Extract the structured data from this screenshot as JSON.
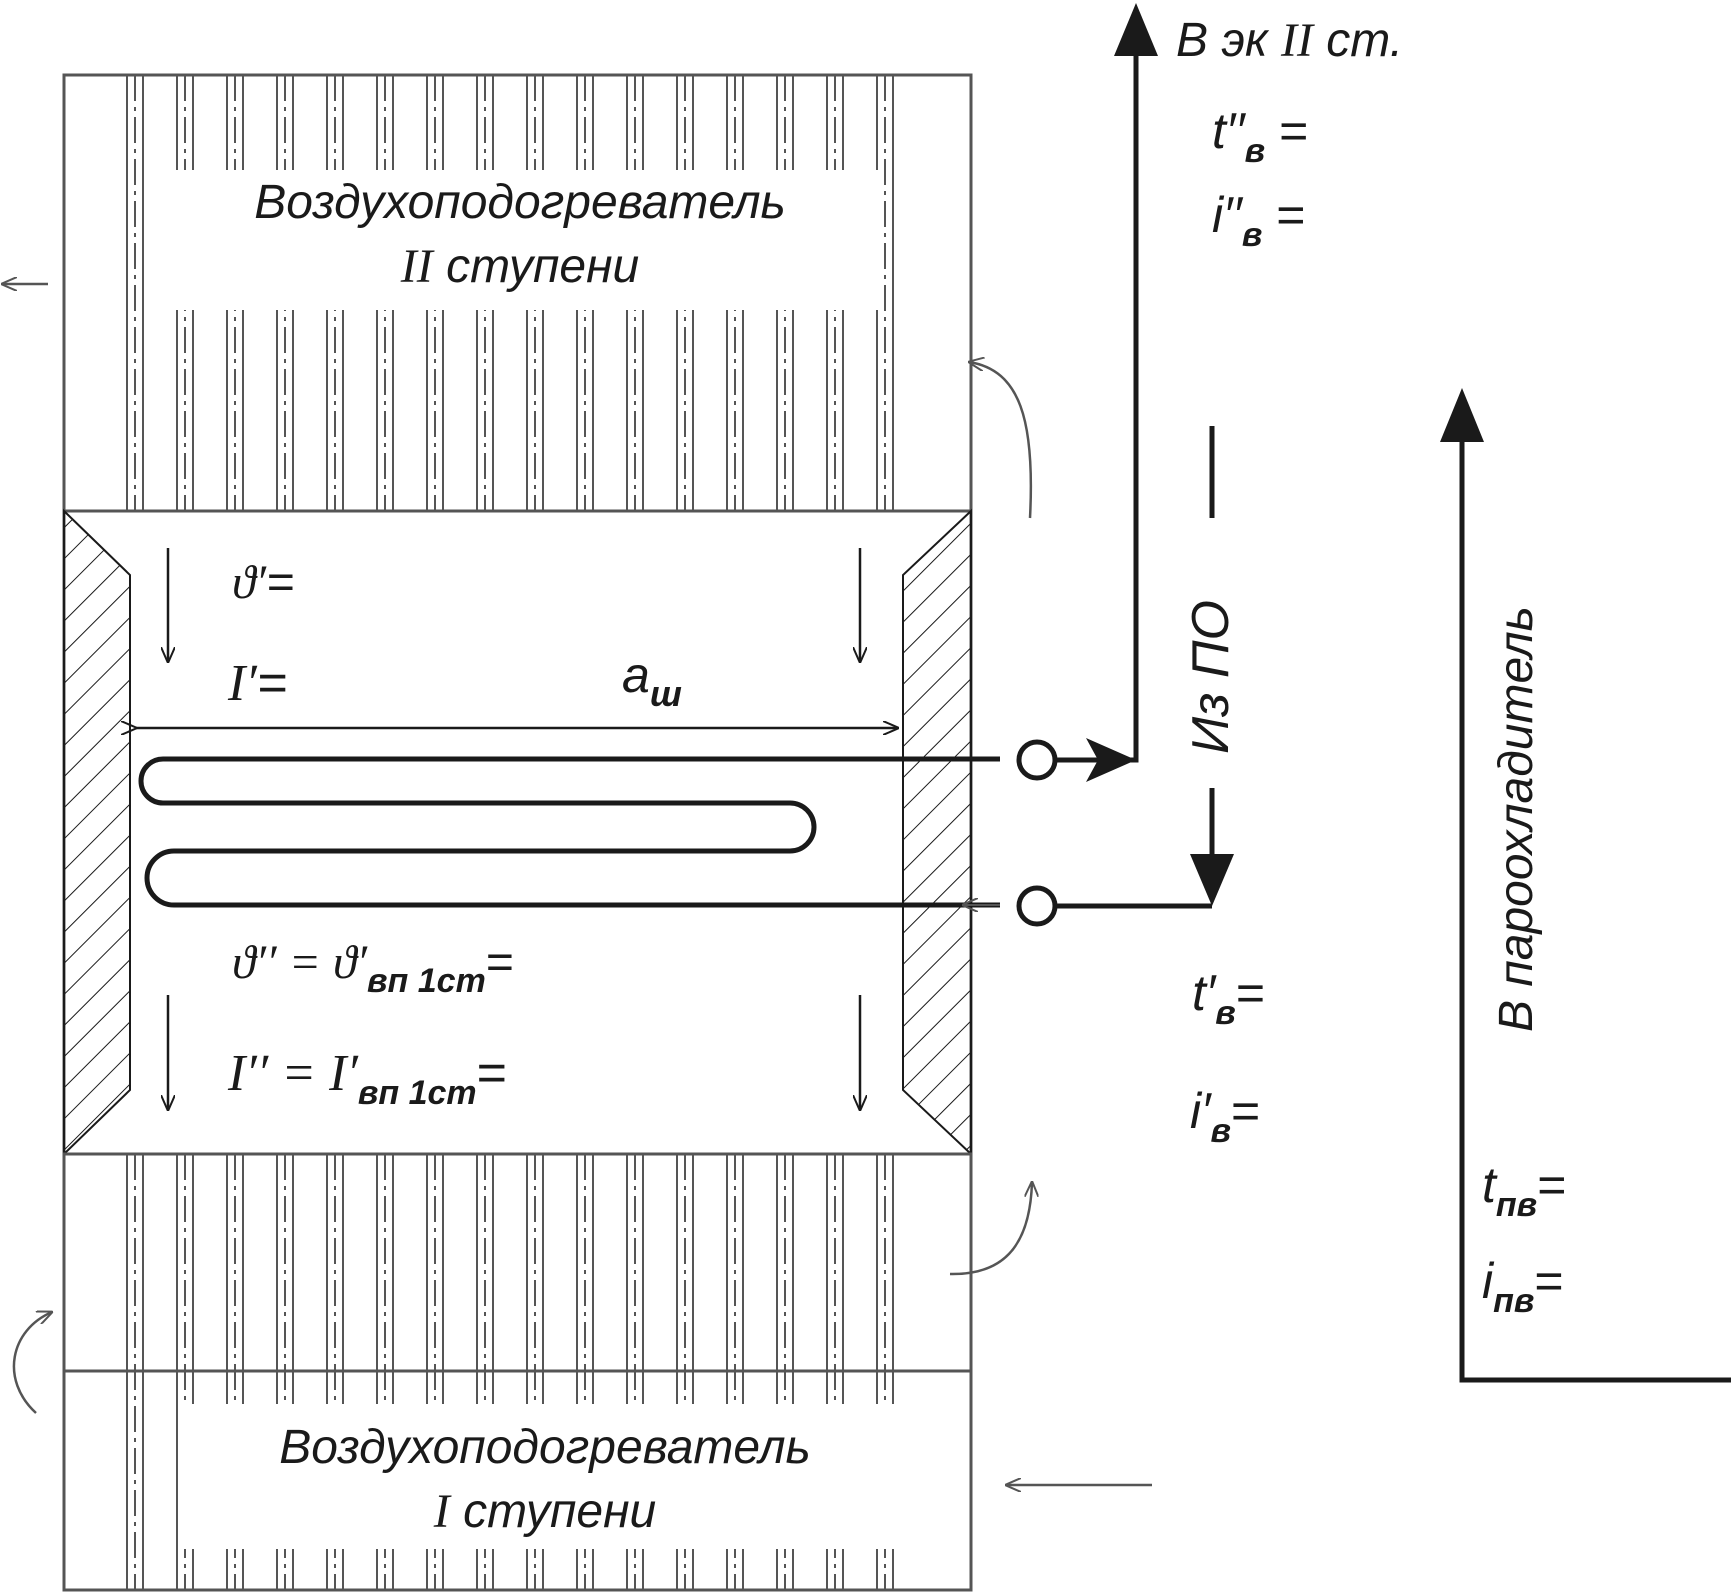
{
  "colors": {
    "ink": "#1a1a1a",
    "gray": "#555555",
    "background": "#ffffff"
  },
  "blocks": {
    "ap2": {
      "line1": "Воздухоподогреватель",
      "line2_roman": "II",
      "line2_rest": " ступени"
    },
    "ap1": {
      "line1": "Воздухоподогреватель",
      "line2_roman": "I",
      "line2_rest": " ступени"
    }
  },
  "gas": {
    "theta_in": {
      "sym": "ϑ′",
      "eq": "="
    },
    "enth_in": {
      "sym": "I′",
      "eq": "="
    },
    "theta_out": {
      "sym": "ϑ′′",
      "mid": " = ϑ′",
      "sub": "вп 1ст",
      "eq": "="
    },
    "enth_out": {
      "sym": "I′′",
      "mid": " = I′",
      "sub": "вп 1ст",
      "eq": "="
    },
    "width": {
      "sym": "а",
      "sub": "ш"
    }
  },
  "water": {
    "to_eco": {
      "prefix": "В эк ",
      "roman": "II",
      "suffix": " ст."
    },
    "t_out": {
      "sym": "t′′",
      "sub": "в",
      "eq": " ="
    },
    "i_out": {
      "sym": "i′′",
      "sub": "в",
      "eq": " ="
    },
    "from_po": "Из ПО",
    "t_in": {
      "sym": "t′",
      "sub": "в",
      "eq": "="
    },
    "i_in": {
      "sym": "i′",
      "sub": "в",
      "eq": "="
    },
    "to_desuperheater": "В пароохладитель",
    "t_fw": {
      "sym": "t",
      "sub": "пв",
      "eq": "="
    },
    "i_fw": {
      "sym": "i",
      "sub": "пв",
      "eq": "="
    }
  }
}
